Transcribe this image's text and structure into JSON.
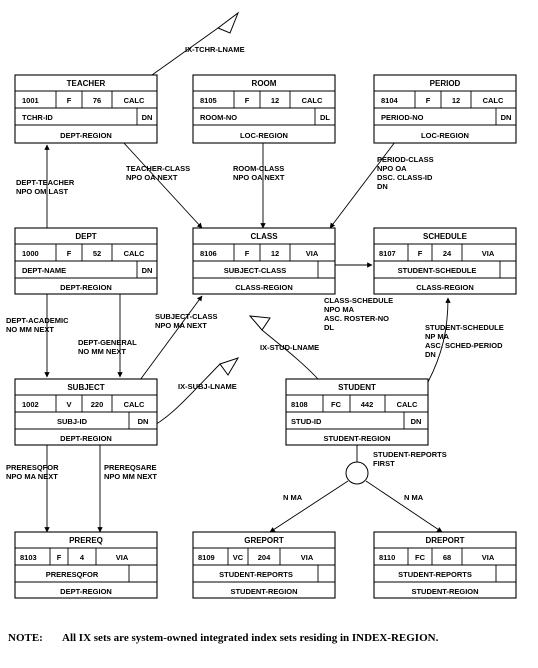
{
  "records": {
    "teacher": {
      "name": "TEACHER",
      "id": "1001",
      "len_type": "F",
      "length": "76",
      "loc": "CALC",
      "calc_key": "TCHR-ID",
      "dup": "DN",
      "region": "DEPT-REGION"
    },
    "room": {
      "name": "ROOM",
      "id": "8105",
      "len_type": "F",
      "length": "12",
      "loc": "CALC",
      "calc_key": "ROOM-NO",
      "dup": "DL",
      "region": "LOC-REGION"
    },
    "period": {
      "name": "PERIOD",
      "id": "8104",
      "len_type": "F",
      "length": "12",
      "loc": "CALC",
      "calc_key": "PERIOD-NO",
      "dup": "DN",
      "region": "LOC-REGION"
    },
    "dept": {
      "name": "DEPT",
      "id": "1000",
      "len_type": "F",
      "length": "52",
      "loc": "CALC",
      "calc_key": "DEPT-NAME",
      "dup": "DN",
      "region": "DEPT-REGION"
    },
    "class": {
      "name": "CLASS",
      "id": "8106",
      "len_type": "F",
      "length": "12",
      "loc": "VIA",
      "via_set": "SUBJECT-CLASS",
      "region": "CLASS-REGION"
    },
    "schedule": {
      "name": "SCHEDULE",
      "id": "8107",
      "len_type": "F",
      "length": "24",
      "loc": "VIA",
      "via_set": "STUDENT-SCHEDULE",
      "region": "CLASS-REGION"
    },
    "subject": {
      "name": "SUBJECT",
      "id": "1002",
      "len_type": "V",
      "length": "220",
      "loc": "CALC",
      "calc_key": "SUBJ-ID",
      "dup": "DN",
      "region": "DEPT-REGION"
    },
    "student": {
      "name": "STUDENT",
      "id": "8108",
      "len_type": "FC",
      "length": "442",
      "loc": "CALC",
      "calc_key": "STUD-ID",
      "dup": "DN",
      "region": "STUDENT-REGION"
    },
    "prereq": {
      "name": "PREREQ",
      "id": "8103",
      "len_type": "F",
      "length": "4",
      "loc": "VIA",
      "via_set": "PRERESQFOR",
      "region": "DEPT-REGION"
    },
    "greport": {
      "name": "GREPORT",
      "id": "8109",
      "len_type": "VC",
      "length": "204",
      "loc": "VIA",
      "via_set": "STUDENT-REPORTS",
      "region": "STUDENT-REGION"
    },
    "dreport": {
      "name": "DREPORT",
      "id": "8110",
      "len_type": "FC",
      "length": "68",
      "loc": "VIA",
      "via_set": "STUDENT-REPORTS",
      "region": "STUDENT-REGION"
    }
  },
  "indexes": {
    "tchr": "IX-TCHR-LNAME",
    "stud": "IX-STUD-LNAME",
    "subj": "IX-SUBJ-LNAME"
  },
  "sets": {
    "teacher_class": [
      "TEACHER-CLASS",
      "NPO OA NEXT"
    ],
    "room_class": [
      "ROOM-CLASS",
      "NPO OA NEXT"
    ],
    "period_class": [
      "PERIOD-CLASS",
      "NPO OA",
      "DSC. CLASS-ID",
      "DN"
    ],
    "dept_teacher": [
      "DEPT-TEACHER",
      "NPO OM LAST"
    ],
    "class_schedule": [
      "CLASS-SCHEDULE",
      "NPO MA",
      "ASC. ROSTER-NO",
      "DL"
    ],
    "student_schedule": [
      "STUDENT-SCHEDULE",
      "NP MA",
      "ASC. SCHED-PERIOD",
      "DN"
    ],
    "dept_academic": [
      "DEPT-ACADEMIC",
      "NO MM NEXT"
    ],
    "dept_general": [
      "DEPT-GENERAL",
      "NO MM NEXT"
    ],
    "subject_class": [
      "SUBJECT-CLASS",
      "NPO MA NEXT"
    ],
    "preresqfor": [
      "PRERESQFOR",
      "NPO MA NEXT"
    ],
    "prereqsare": [
      "PREREQSARE",
      "NPO MM NEXT"
    ],
    "student_reports": [
      "STUDENT-REPORTS",
      "FIRST"
    ],
    "greport_opt": "N MA",
    "dreport_opt": "N MA"
  },
  "note": {
    "label": "NOTE:",
    "text": "All IX sets are system-owned integrated index sets residing in INDEX-REGION."
  }
}
